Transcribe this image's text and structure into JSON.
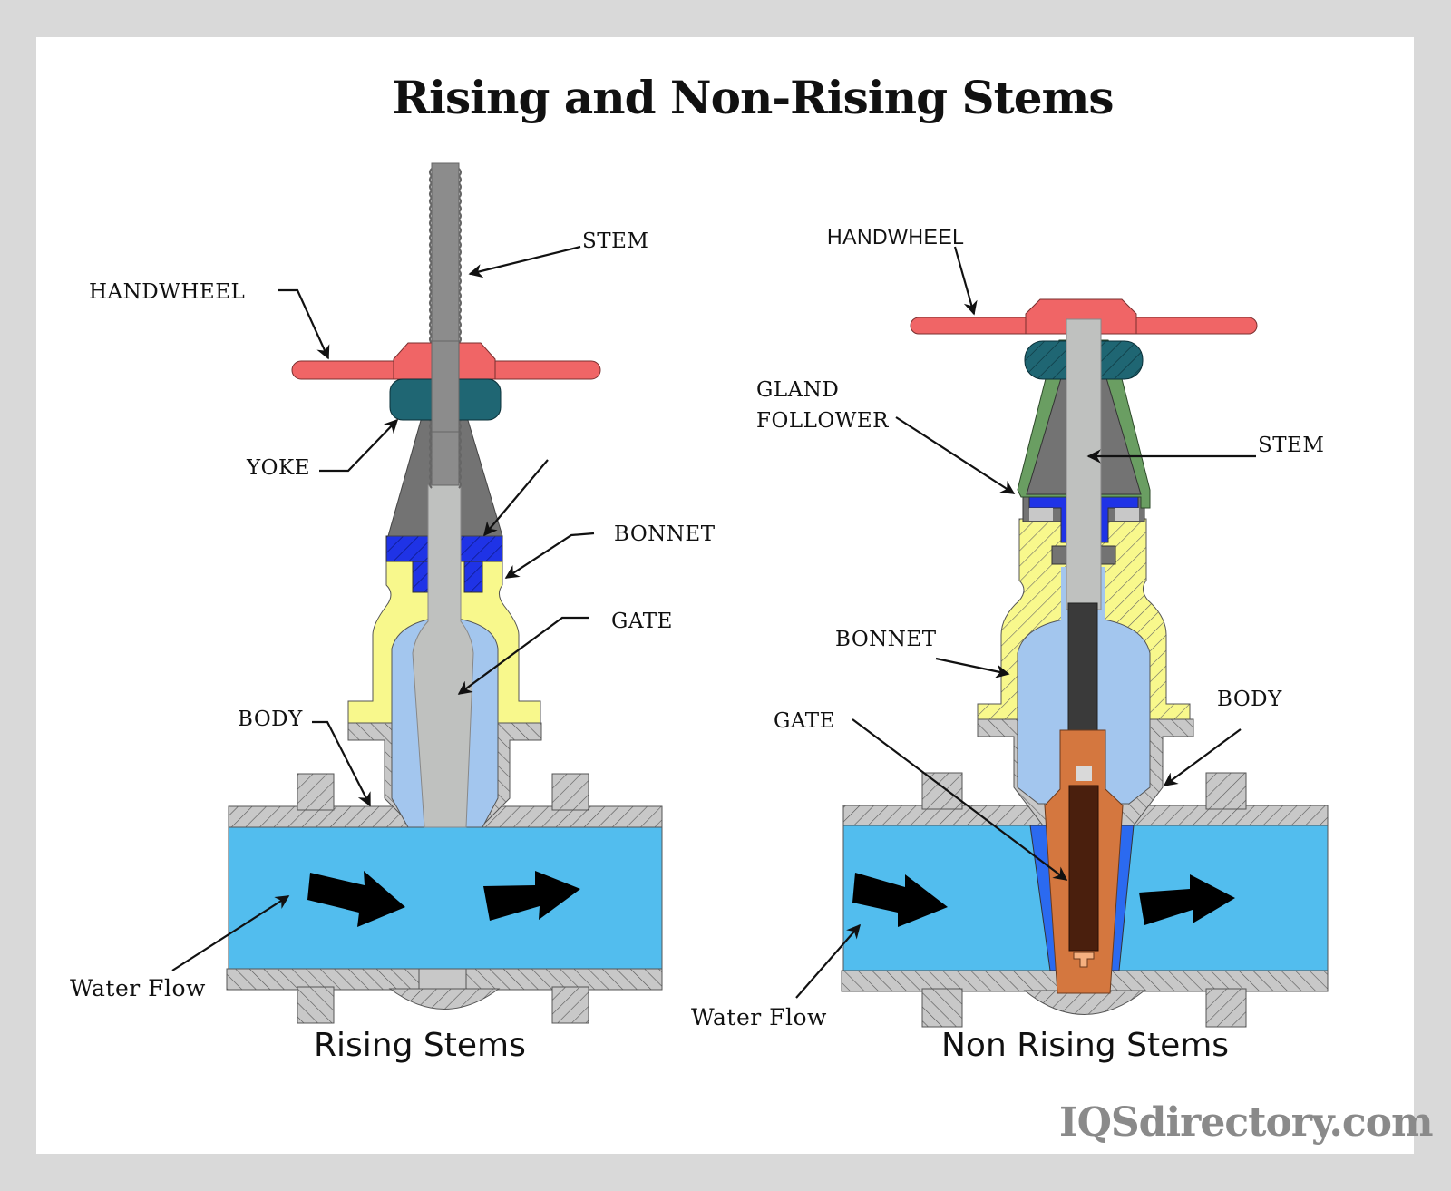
{
  "title": "Rising and Non-Rising Stems",
  "brand": "IQSdirectory.com",
  "colors": {
    "handwheel": "#f06566",
    "yoke": "#1f6673",
    "stem_threaded": "#8c8c8c",
    "stem_plain": "#bfc1bf",
    "yoke_cone": "#737373",
    "packing": "#1f33e6",
    "bonnet": "#f8f88c",
    "body": "#c8c8c8",
    "cavity": "#a3c6ee",
    "water": "#52bdee",
    "gland_follower": "#6a9e62",
    "gate_nr": "#d4773f",
    "gate_thread": "#4a1f0d",
    "seat": "#2b6af0"
  },
  "rising": {
    "caption": "Rising Stems",
    "labels": {
      "stem": "STEM",
      "handwheel": "HANDWHEEL",
      "yoke": "YOKE",
      "bonnet": "BONNET",
      "gate": "GATE",
      "body": "BODY",
      "water_flow": "Water Flow"
    }
  },
  "non_rising": {
    "caption": "Non Rising Stems",
    "labels": {
      "handwheel": "HANDWHEEL",
      "gland_follower_line1": "GLAND",
      "gland_follower_line2": "FOLLOWER",
      "stem": "STEM",
      "bonnet": "BONNET",
      "body": "BODY",
      "gate": "GATE",
      "water_flow": "Water Flow"
    }
  }
}
